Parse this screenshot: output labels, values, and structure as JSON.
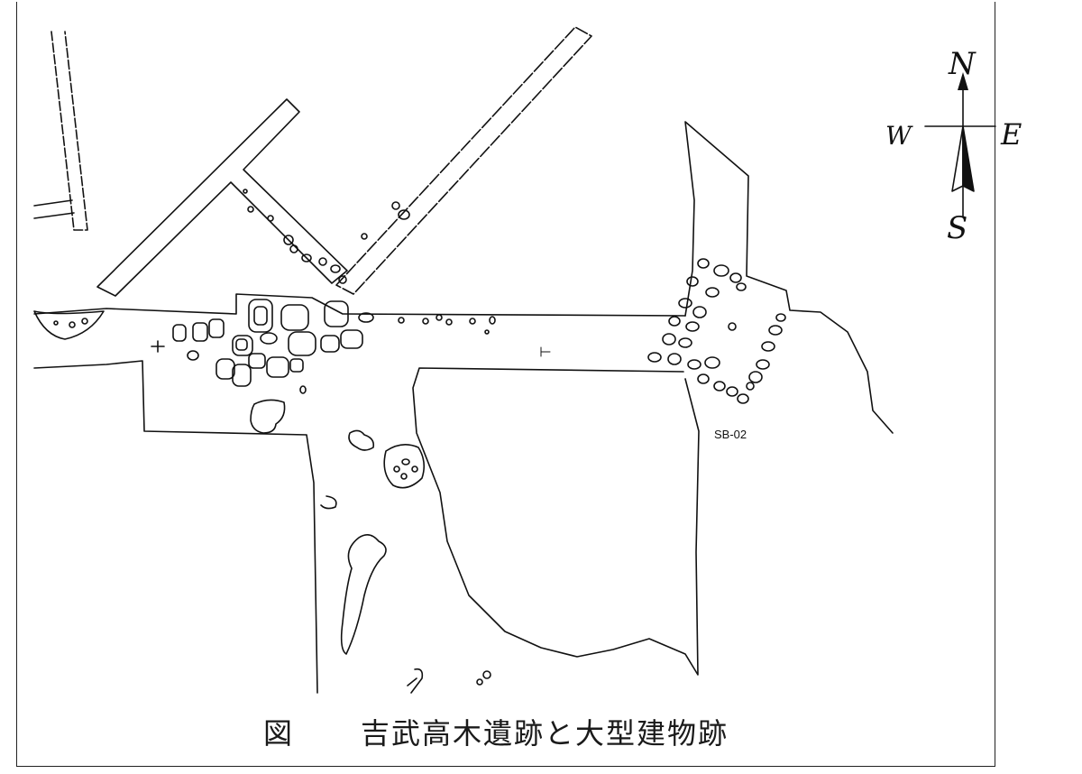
{
  "caption": {
    "figure_label": "図",
    "title": "吉武高木遺跡と大型建物跡"
  },
  "compass": {
    "n": "N",
    "e": "E",
    "s": "S",
    "w": "W"
  },
  "labels": {
    "building": "SB-02"
  }
}
